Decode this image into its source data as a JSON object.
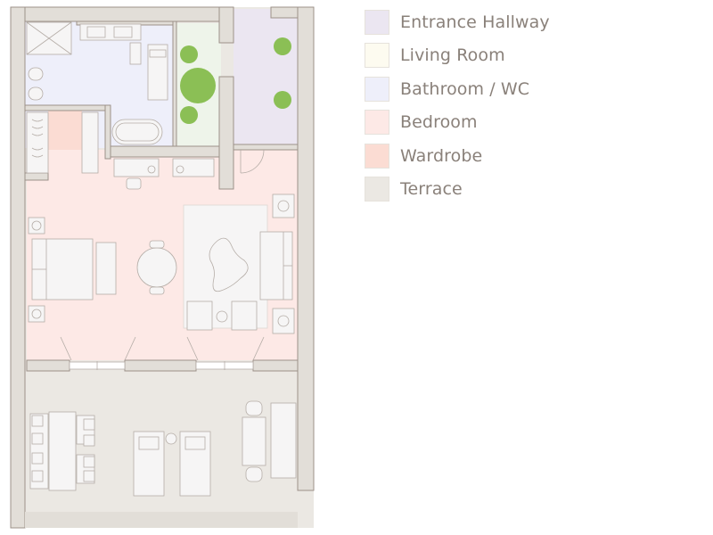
{
  "legend": {
    "items": [
      {
        "label": "Entrance Hallway",
        "color": "#ebe6f1"
      },
      {
        "label": "Living Room",
        "color": "#fdfbf0"
      },
      {
        "label": "Bathroom / WC",
        "color": "#eeeffa"
      },
      {
        "label": "Bedroom",
        "color": "#fde9e6"
      },
      {
        "label": "Wardrobe",
        "color": "#fbdcd3"
      },
      {
        "label": "Terrace",
        "color": "#ebe8e3"
      }
    ]
  },
  "colors": {
    "wall": "#e2ded8",
    "wall_edge": "#9c9189",
    "furniture": "#f6f5f5",
    "furniture_edge": "#b5ada7",
    "garden": "#eef4ea",
    "plant": "#8bbf55",
    "text": "#8a817a"
  }
}
